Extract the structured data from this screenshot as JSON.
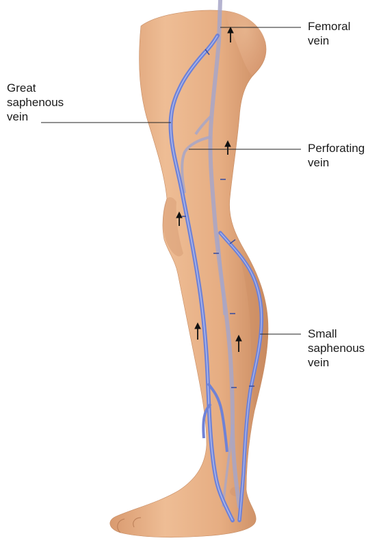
{
  "labels": {
    "femoral": {
      "line1": "Femoral",
      "line2": "vein"
    },
    "great_saphenous": {
      "line1": "Great",
      "line2": "saphenous",
      "line3": "vein"
    },
    "perforating": {
      "line1": "Perforating",
      "line2": "vein"
    },
    "small_saphenous": {
      "line1": "Small",
      "line2": "saphenous",
      "line3": "vein"
    }
  },
  "colors": {
    "skin": "#e8b48a",
    "skin_shadow": "#cf9068",
    "vein_superficial": "#6f82d6",
    "vein_deep": "#a7a6c8",
    "arrow": "#111111",
    "leader_line": "#222222"
  },
  "icons": [
    "arrow-up-icon"
  ]
}
